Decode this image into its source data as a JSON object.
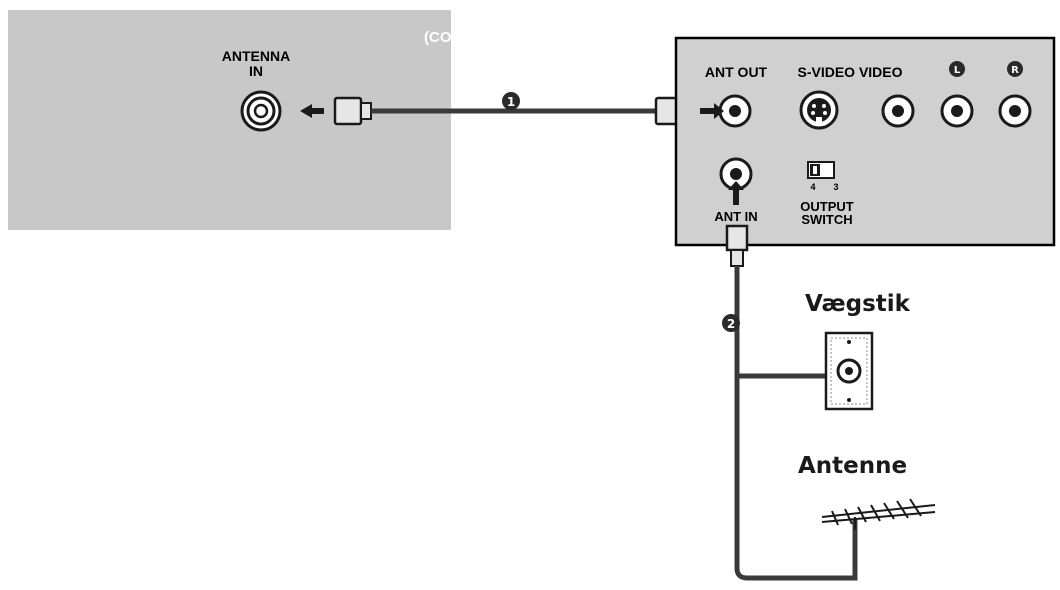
{
  "tv": {
    "corner_text": "(CO",
    "antenna_in_line1": "ANTENNA",
    "antenna_in_line2": "IN"
  },
  "vcr": {
    "ant_out": "ANT OUT",
    "svideo_video": "S-VIDEO VIDEO",
    "left_badge": "L",
    "right_badge": "R",
    "ant_in": "ANT IN",
    "switch_num_left": "4",
    "switch_num_right": "3",
    "output_line1": "OUTPUT",
    "output_line2": "SWITCH"
  },
  "steps": {
    "one": "1",
    "two": "2"
  },
  "labels": {
    "wall_socket": "Vægstik",
    "antenna": "Antenne"
  },
  "colors": {
    "tv_panel": "#c8c8c8",
    "vcr_panel": "#d0d0d0",
    "cable": "#3a3a3a",
    "badge": "#2a2a2a"
  }
}
